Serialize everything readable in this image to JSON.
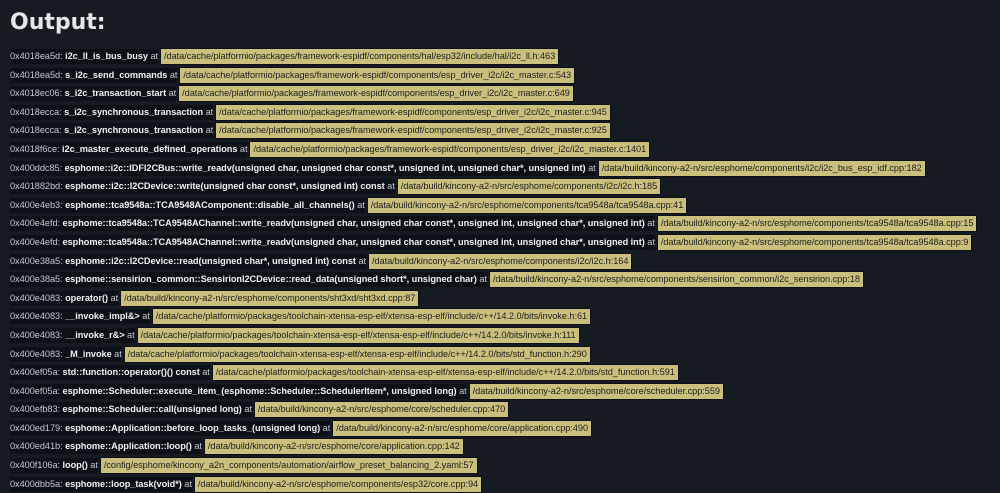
{
  "title": "Output:",
  "at_label": "at",
  "frames": [
    {
      "addr": "0x4018ea5d:",
      "fn": "i2c_ll_is_bus_busy",
      "path": "/data/cache/platformio/packages/framework-espidf/components/hal/esp32/include/hal/i2c_ll.h:463"
    },
    {
      "addr": "0x4018ea5d:",
      "fn": "s_i2c_send_commands",
      "path": "/data/cache/platformio/packages/framework-espidf/components/esp_driver_i2c/i2c_master.c:543"
    },
    {
      "addr": "0x4018ec06:",
      "fn": "s_i2c_transaction_start",
      "path": "/data/cache/platformio/packages/framework-espidf/components/esp_driver_i2c/i2c_master.c:649"
    },
    {
      "addr": "0x4018ecca:",
      "fn": "s_i2c_synchronous_transaction",
      "path": "/data/cache/platformio/packages/framework-espidf/components/esp_driver_i2c/i2c_master.c:945"
    },
    {
      "addr": "0x4018ecca:",
      "fn": "s_i2c_synchronous_transaction",
      "path": "/data/cache/platformio/packages/framework-espidf/components/esp_driver_i2c/i2c_master.c:925"
    },
    {
      "addr": "0x4018f6ce:",
      "fn": "i2c_master_execute_defined_operations",
      "path": "/data/cache/platformio/packages/framework-espidf/components/esp_driver_i2c/i2c_master.c:1401"
    },
    {
      "addr": "0x400ddc85:",
      "fn": "esphome::i2c::IDFI2CBus::write_readv(unsigned char, unsigned char const*, unsigned int, unsigned char*, unsigned int)",
      "path": "/data/build/kincony-a2-n/src/esphome/components/i2c/i2c_bus_esp_idf.cpp:182"
    },
    {
      "addr": "0x401882bd:",
      "fn": "esphome::i2c::I2CDevice::write(unsigned char const*, unsigned int) const",
      "path": "/data/build/kincony-a2-n/src/esphome/components/i2c/i2c.h:185"
    },
    {
      "addr": "0x400e4eb3:",
      "fn": "esphome::tca9548a::TCA9548AComponent::disable_all_channels()",
      "path": "/data/build/kincony-a2-n/src/esphome/components/tca9548a/tca9548a.cpp:41"
    },
    {
      "addr": "0x400e4efd:",
      "fn": "esphome::tca9548a::TCA9548AChannel::write_readv(unsigned char, unsigned char const*, unsigned int, unsigned char*, unsigned int)",
      "path": "/data/build/kincony-a2-n/src/esphome/components/tca9548a/tca9548a.cpp:15"
    },
    {
      "addr": "0x400e4efd:",
      "fn": "esphome::tca9548a::TCA9548AChannel::write_readv(unsigned char, unsigned char const*, unsigned int, unsigned char*, unsigned int)",
      "path": "/data/build/kincony-a2-n/src/esphome/components/tca9548a/tca9548a.cpp:9"
    },
    {
      "addr": "0x400e38a5:",
      "fn": "esphome::i2c::I2CDevice::read(unsigned char*, unsigned int) const",
      "path": "/data/build/kincony-a2-n/src/esphome/components/i2c/i2c.h:164"
    },
    {
      "addr": "0x400e38a5:",
      "fn": "esphome::sensirion_common::SensirionI2CDevice::read_data(unsigned short*, unsigned char)",
      "path": "/data/build/kincony-a2-n/src/esphome/components/sensirion_common/i2c_sensirion.cpp:18"
    },
    {
      "addr": "0x400e4083:",
      "fn": "operator()",
      "path": "/data/build/kincony-a2-n/src/esphome/components/sht3xd/sht3xd.cpp:87"
    },
    {
      "addr": "0x400e4083:",
      "fn": "__invoke_impl&>",
      "path": "/data/cache/platformio/packages/toolchain-xtensa-esp-elf/xtensa-esp-elf/include/c++/14.2.0/bits/invoke.h:61"
    },
    {
      "addr": "0x400e4083:",
      "fn": "__invoke_r&>",
      "path": "/data/cache/platformio/packages/toolchain-xtensa-esp-elf/xtensa-esp-elf/include/c++/14.2.0/bits/invoke.h:111"
    },
    {
      "addr": "0x400e4083:",
      "fn": "_M_invoke",
      "path": "/data/cache/platformio/packages/toolchain-xtensa-esp-elf/xtensa-esp-elf/include/c++/14.2.0/bits/std_function.h:290"
    },
    {
      "addr": "0x400ef05a:",
      "fn": "std::function::operator()() const",
      "path": "/data/cache/platformio/packages/toolchain-xtensa-esp-elf/xtensa-esp-elf/include/c++/14.2.0/bits/std_function.h:591"
    },
    {
      "addr": "0x400ef05a:",
      "fn": "esphome::Scheduler::execute_item_(esphome::Scheduler::SchedulerItem*, unsigned long)",
      "path": "/data/build/kincony-a2-n/src/esphome/core/scheduler.cpp:559"
    },
    {
      "addr": "0x400efb83:",
      "fn": "esphome::Scheduler::call(unsigned long)",
      "path": "/data/build/kincony-a2-n/src/esphome/core/scheduler.cpp:470"
    },
    {
      "addr": "0x400ed179:",
      "fn": "esphome::Application::before_loop_tasks_(unsigned long)",
      "path": "/data/build/kincony-a2-n/src/esphome/core/application.cpp:490"
    },
    {
      "addr": "0x400ed41b:",
      "fn": "esphome::Application::loop()",
      "path": "/data/build/kincony-a2-n/src/esphome/core/application.cpp:142"
    },
    {
      "addr": "0x400f106a:",
      "fn": "loop()",
      "path": "/config/esphome/kincony_a2n_components/automation/airflow_preset_balancing_2.yaml:57"
    },
    {
      "addr": "0x400dbb5a:",
      "fn": "esphome::loop_task(void*)",
      "path": "/data/build/kincony-a2-n/src/esphome/components/esp32/core.cpp:94"
    }
  ]
}
